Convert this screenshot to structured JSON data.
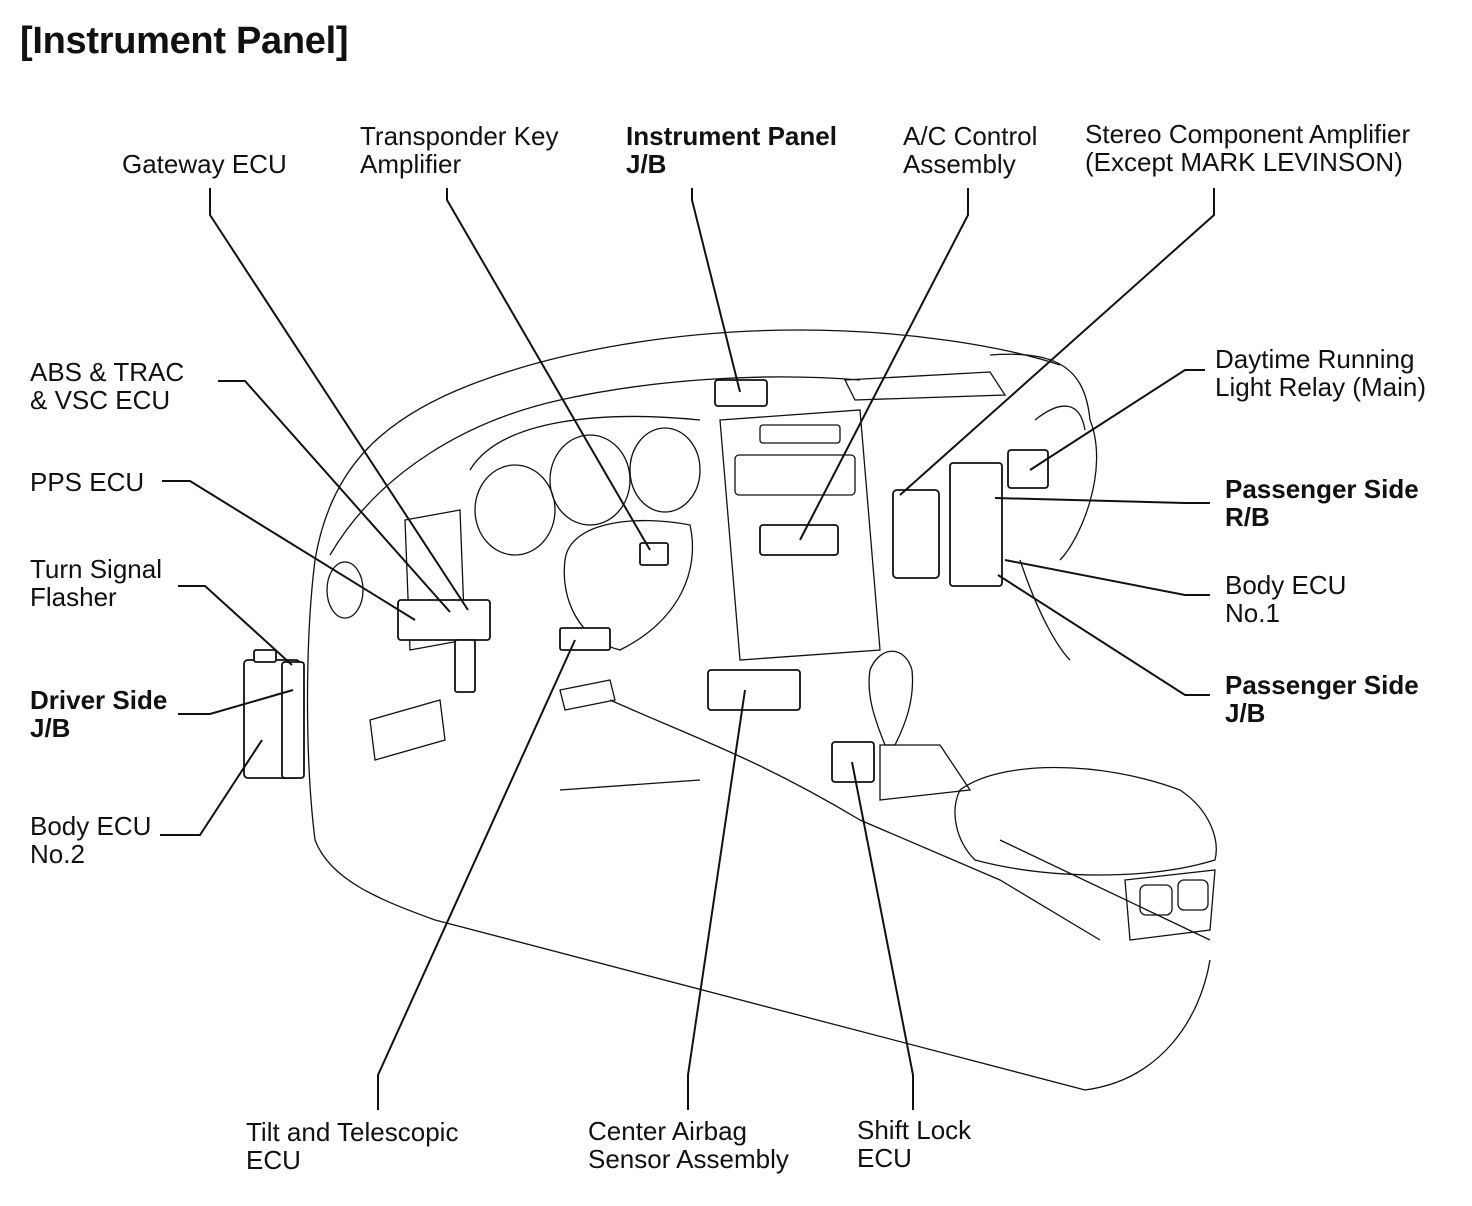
{
  "title": "[Instrument Panel]",
  "labels": {
    "gateway_ecu": [
      "Gateway ECU"
    ],
    "transponder": [
      "Transponder Key",
      "Amplifier"
    ],
    "ip_jb": [
      "Instrument Panel",
      "J/B"
    ],
    "ac_control": [
      "A/C Control",
      "Assembly"
    ],
    "stereo_amp": [
      "Stereo Component Amplifier",
      "(Except MARK LEVINSON)"
    ],
    "abs_ecu": [
      "ABS & TRAC",
      "& VSC ECU"
    ],
    "pps_ecu": [
      "PPS ECU"
    ],
    "turn_signal": [
      "Turn Signal",
      "Flasher"
    ],
    "driver_jb": [
      "Driver Side",
      "J/B"
    ],
    "body_ecu2": [
      "Body ECU",
      "No.2"
    ],
    "daytime_relay": [
      "Daytime Running",
      "Light Relay (Main)"
    ],
    "pass_rb": [
      "Passenger Side",
      "R/B"
    ],
    "body_ecu1": [
      "Body ECU",
      "No.1"
    ],
    "pass_jb": [
      "Passenger Side",
      "J/B"
    ],
    "tilt_ecu": [
      "Tilt and Telescopic",
      "ECU"
    ],
    "airbag": [
      "Center Airbag",
      "Sensor Assembly"
    ],
    "shift_lock": [
      "Shift Lock",
      "ECU"
    ]
  }
}
